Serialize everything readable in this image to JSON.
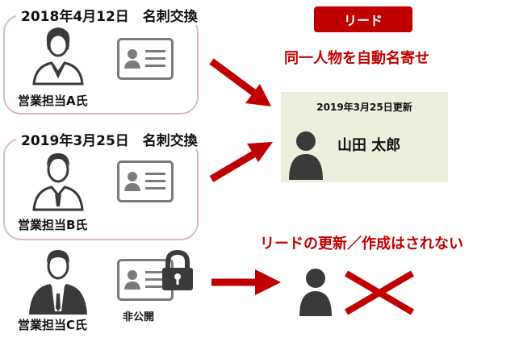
{
  "box_a": {
    "heading": "2018年4月12日　名刺交換",
    "person_label": "営業担当A氏"
  },
  "box_b": {
    "heading": "2019年3月25日　名刺交換",
    "person_label": "営業担当B氏"
  },
  "person_c": {
    "label": "営業担当C氏",
    "card_status": "非公開"
  },
  "lead": {
    "badge": "リード",
    "merge_caption": "同一人物を自動名寄せ",
    "updated": "2019年3月25日更新",
    "name": "山田 太郎"
  },
  "no_update_caption": "リードの更新／作成はされない",
  "colors": {
    "accent": "#c00000",
    "box_border": "#e2b5b5",
    "card_bg": "#ebefdc",
    "icon": "#3a3a3a"
  }
}
